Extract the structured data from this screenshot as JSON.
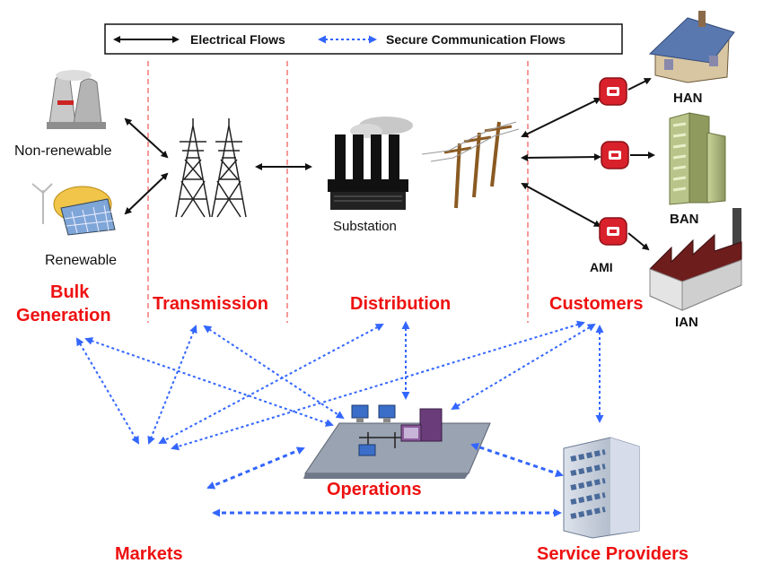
{
  "legend": {
    "electrical": "Electrical Flows",
    "communication": "Secure Communication Flows"
  },
  "nodes": {
    "non_renewable": "Non-renewable",
    "renewable": "Renewable",
    "substation": "Substation",
    "han": "HAN",
    "ban": "BAN",
    "ian": "IAN",
    "ami": "AMI"
  },
  "domains": {
    "bulk_generation_line1": "Bulk",
    "bulk_generation_line2": "Generation",
    "transmission": "Transmission",
    "distribution": "Distribution",
    "customers": "Customers",
    "operations": "Operations",
    "markets": "Markets",
    "service_providers": "Service Providers"
  },
  "colors": {
    "domain_label": "#ee1111",
    "communication": "#3366ff",
    "electrical": "#111111",
    "divider": "#ee3333",
    "meter": "#d9212b"
  },
  "icons": [
    "power-plant-icon",
    "renewable-icon",
    "tower-icon",
    "substation-icon",
    "utility-pole-icon",
    "meter-icon",
    "house-icon",
    "building-icon",
    "factory-icon",
    "operations-center-icon",
    "office-tower-icon"
  ]
}
